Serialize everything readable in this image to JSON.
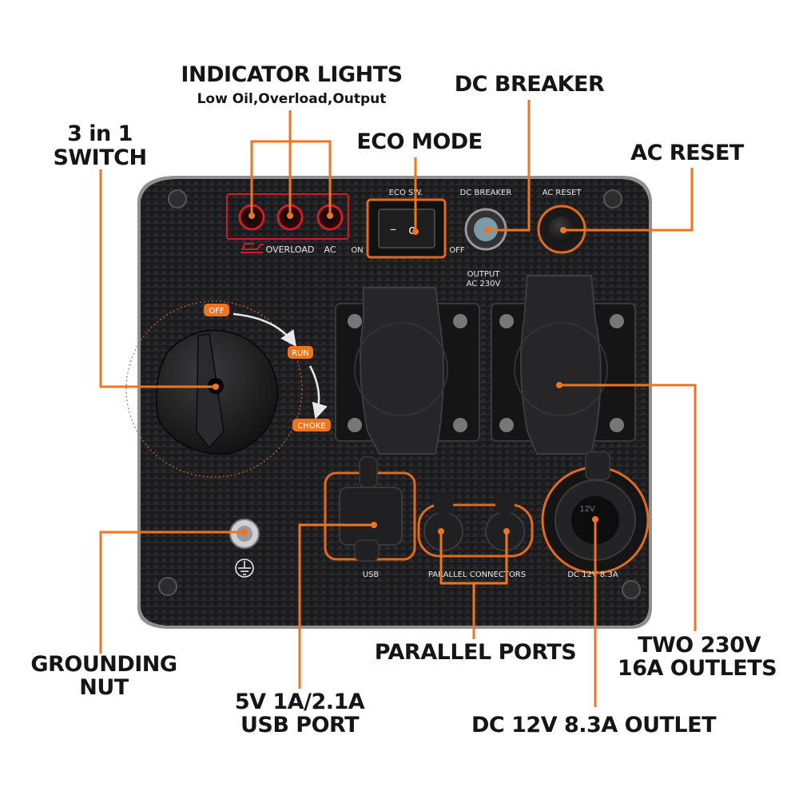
{
  "colors": {
    "accent": "#f0741e",
    "panel": "#1b1b1d",
    "panel_pattern": "#2a2a2d",
    "bezel": "#8f8f8f",
    "label_text": "#e8e8e8",
    "text": "#151515",
    "indicator_ring": "#c8202a"
  },
  "callouts": {
    "indicator_lights_title": "INDICATOR LIGHTS",
    "indicator_lights_sub": "Low Oil,Overload,Output",
    "dc_breaker": "DC BREAKER",
    "eco_mode": "ECO MODE",
    "ac_reset": "AC RESET",
    "switch_line1": "3 in 1",
    "switch_line2": "SWITCH",
    "grounding_line1": "GROUNDING",
    "grounding_line2": "NUT",
    "usb_line1": "5V 1A/2.1A",
    "usb_line2": "USB PORT",
    "parallel_ports": "PARALLEL PORTS",
    "outlets_line1": "TWO 230V",
    "outlets_line2": "16A OUTLETS",
    "dc_outlet": "DC 12V 8.3A OUTLET"
  },
  "panel_labels": {
    "overload": "OVERLOAD",
    "ac": "AC",
    "eco_sw": "ECO SW.",
    "dc_breaker": "DC BREAKER",
    "ac_reset": "AC RESET",
    "on": "ON",
    "off": "OFF",
    "output_line1": "OUTPUT",
    "output_line2": "AC 230V",
    "usb": "USB",
    "parallel_connectors": "PARALLEL CONNECTORS",
    "dc_label": "DC 12V 8.3A",
    "dc_socket": "12V",
    "rocker_dash": "–",
    "rocker_o": "o"
  },
  "switch_positions": {
    "off": "OFF",
    "run": "RUN",
    "choke": "CHOKE"
  },
  "icons": {
    "low_oil": "oil-can-icon",
    "ground": "ground-symbol-icon"
  }
}
